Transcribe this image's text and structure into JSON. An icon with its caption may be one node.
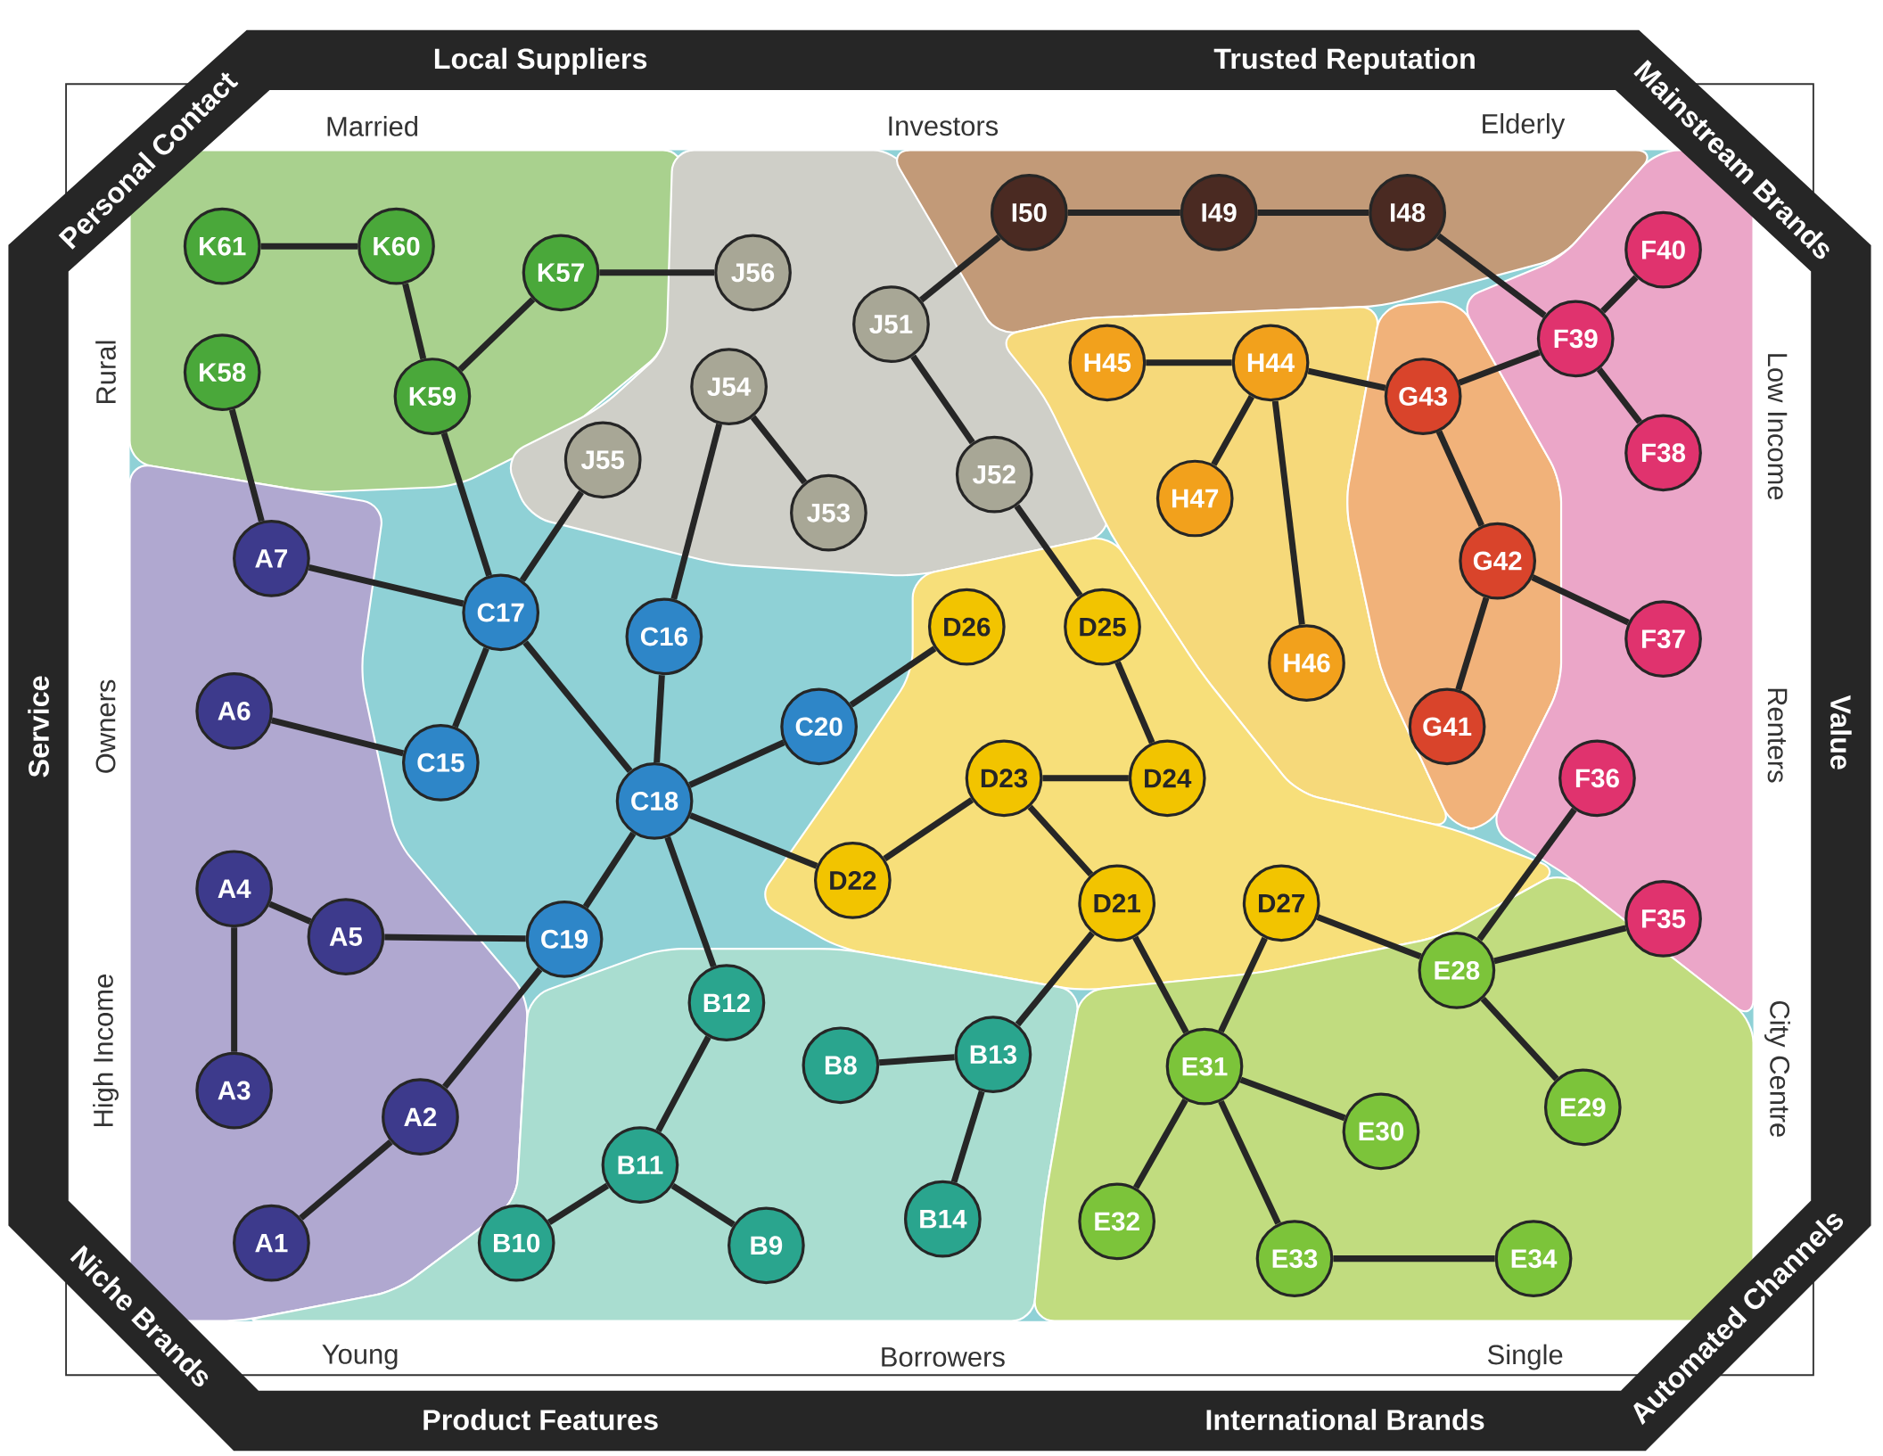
{
  "diagram": {
    "nodes": [
      {
        "text": [
          "A1"
        ]
      },
      {
        "text": [
          "A2"
        ]
      },
      {
        "text": [
          "A3"
        ]
      },
      {
        "text": [
          "A4"
        ]
      },
      {
        "text": [
          "A5"
        ]
      },
      {
        "text": [
          "A6"
        ]
      },
      {
        "text": [
          "A7"
        ]
      },
      {
        "text": [
          "B8"
        ]
      },
      {
        "text": [
          "B9"
        ]
      },
      {
        "text": [
          "B10"
        ]
      },
      {
        "text": [
          "B11"
        ]
      },
      {
        "text": [
          "B12"
        ]
      },
      {
        "text": [
          "B13"
        ]
      },
      {
        "text": [
          "B14"
        ]
      },
      {
        "text": [
          "C15"
        ]
      },
      {
        "text": [
          "C16"
        ]
      },
      {
        "text": [
          "C17"
        ]
      },
      {
        "text": [
          "C18"
        ]
      },
      {
        "text": [
          "C19"
        ]
      },
      {
        "text": [
          "C20"
        ]
      },
      {
        "text": [
          "D21"
        ]
      },
      {
        "text": [
          "D22"
        ]
      },
      {
        "text": [
          "D23"
        ]
      },
      {
        "text": [
          "D24"
        ]
      },
      {
        "text": [
          "D25"
        ]
      },
      {
        "text": [
          "D26"
        ]
      },
      {
        "text": [
          "D27"
        ]
      },
      {
        "text": [
          "E28"
        ]
      },
      {
        "text": [
          "E29"
        ]
      },
      {
        "text": [
          "E30"
        ]
      },
      {
        "text": [
          "E31"
        ]
      },
      {
        "text": [
          "E32"
        ]
      },
      {
        "text": [
          "E33"
        ]
      },
      {
        "text": [
          "E34"
        ]
      },
      {
        "text": [
          "F35"
        ]
      },
      {
        "text": [
          "F36"
        ]
      },
      {
        "text": [
          "F37"
        ]
      },
      {
        "text": [
          "F38"
        ]
      },
      {
        "text": [
          "F39"
        ]
      },
      {
        "text": [
          "F40"
        ]
      },
      {
        "text": [
          "G41"
        ]
      },
      {
        "text": [
          "G42"
        ]
      },
      {
        "text": [
          "G43"
        ]
      },
      {
        "text": [
          "H44"
        ]
      },
      {
        "text": [
          "H45"
        ]
      },
      {
        "text": [
          "H46"
        ]
      },
      {
        "text": [
          "H47"
        ]
      },
      {
        "text": [
          "I48"
        ]
      },
      {
        "text": [
          "I49"
        ]
      },
      {
        "text": [
          "I50"
        ]
      },
      {
        "text": [
          "J51"
        ]
      },
      {
        "text": [
          "J52"
        ]
      },
      {
        "text": [
          "J53"
        ]
      },
      {
        "text": [
          "J54"
        ]
      },
      {
        "text": [
          "J55"
        ]
      },
      {
        "text": [
          "J56"
        ]
      },
      {
        "text": [
          "K57"
        ]
      },
      {
        "text": [
          "K58"
        ]
      },
      {
        "text": [
          "K59"
        ]
      },
      {
        "text": [
          "K60"
        ]
      },
      {
        "text": [
          "K61"
        ]
      }
    ],
    "edges": [
      {
        "from": 60,
        "to": 59,
        "arrow": "none"
      },
      {
        "from": 59,
        "to": 58,
        "arrow": "none"
      },
      {
        "from": 58,
        "to": 56,
        "arrow": "none"
      },
      {
        "from": 56,
        "to": 55,
        "arrow": "none"
      },
      {
        "from": 57,
        "to": 6,
        "arrow": "none"
      },
      {
        "from": 58,
        "to": 16,
        "arrow": "none"
      },
      {
        "from": 6,
        "to": 16,
        "arrow": "none"
      },
      {
        "from": 54,
        "to": 16,
        "arrow": "none"
      },
      {
        "from": 16,
        "to": 14,
        "arrow": "none"
      },
      {
        "from": 16,
        "to": 17,
        "arrow": "none"
      },
      {
        "from": 5,
        "to": 14,
        "arrow": "none"
      },
      {
        "from": 15,
        "to": 53,
        "arrow": "none"
      },
      {
        "from": 53,
        "to": 52,
        "arrow": "none"
      },
      {
        "from": 15,
        "to": 17,
        "arrow": "none"
      },
      {
        "from": 17,
        "to": 19,
        "arrow": "none"
      },
      {
        "from": 19,
        "to": 25,
        "arrow": "none"
      },
      {
        "from": 17,
        "to": 21,
        "arrow": "none"
      },
      {
        "from": 17,
        "to": 18,
        "arrow": "none"
      },
      {
        "from": 17,
        "to": 11,
        "arrow": "none"
      },
      {
        "from": 18,
        "to": 4,
        "arrow": "none"
      },
      {
        "from": 3,
        "to": 4,
        "arrow": "none"
      },
      {
        "from": 3,
        "to": 2,
        "arrow": "none"
      },
      {
        "from": 18,
        "to": 1,
        "arrow": "none"
      },
      {
        "from": 1,
        "to": 0,
        "arrow": "none"
      },
      {
        "from": 11,
        "to": 10,
        "arrow": "none"
      },
      {
        "from": 10,
        "to": 9,
        "arrow": "none"
      },
      {
        "from": 10,
        "to": 8,
        "arrow": "none"
      },
      {
        "from": 7,
        "to": 12,
        "arrow": "none"
      },
      {
        "from": 12,
        "to": 13,
        "arrow": "none"
      },
      {
        "from": 12,
        "to": 20,
        "arrow": "none"
      },
      {
        "from": 21,
        "to": 22,
        "arrow": "none"
      },
      {
        "from": 22,
        "to": 23,
        "arrow": "none"
      },
      {
        "from": 22,
        "to": 20,
        "arrow": "none"
      },
      {
        "from": 23,
        "to": 24,
        "arrow": "none"
      },
      {
        "from": 24,
        "to": 51,
        "arrow": "none"
      },
      {
        "from": 51,
        "to": 50,
        "arrow": "none"
      },
      {
        "from": 50,
        "to": 49,
        "arrow": "none"
      },
      {
        "from": 49,
        "to": 48,
        "arrow": "none"
      },
      {
        "from": 48,
        "to": 47,
        "arrow": "none"
      },
      {
        "from": 47,
        "to": 38,
        "arrow": "none"
      },
      {
        "from": 38,
        "to": 39,
        "arrow": "none"
      },
      {
        "from": 38,
        "to": 37,
        "arrow": "none"
      },
      {
        "from": 38,
        "to": 42,
        "arrow": "none"
      },
      {
        "from": 42,
        "to": 43,
        "arrow": "none"
      },
      {
        "from": 43,
        "to": 44,
        "arrow": "none"
      },
      {
        "from": 43,
        "to": 46,
        "arrow": "none"
      },
      {
        "from": 43,
        "to": 45,
        "arrow": "none"
      },
      {
        "from": 42,
        "to": 41,
        "arrow": "none"
      },
      {
        "from": 41,
        "to": 36,
        "arrow": "none"
      },
      {
        "from": 41,
        "to": 40,
        "arrow": "none"
      },
      {
        "from": 20,
        "to": 30,
        "arrow": "none"
      },
      {
        "from": 26,
        "to": 30,
        "arrow": "none"
      },
      {
        "from": 26,
        "to": 27,
        "arrow": "none"
      },
      {
        "from": 27,
        "to": 35,
        "arrow": "none"
      },
      {
        "from": 27,
        "to": 34,
        "arrow": "none"
      },
      {
        "from": 27,
        "to": 28,
        "arrow": "none"
      },
      {
        "from": 30,
        "to": 29,
        "arrow": "none"
      },
      {
        "from": 30,
        "to": 31,
        "arrow": "none"
      },
      {
        "from": 30,
        "to": 32,
        "arrow": "none"
      },
      {
        "from": 32,
        "to": 33,
        "arrow": "none"
      }
    ],
    "labels": [
      "Local Suppliers",
      "Trusted Reputation",
      "Personal Contact",
      "Mainstream Brands",
      "Married",
      "Investors",
      "Elderly",
      "Rural",
      "Low Income",
      "Service",
      "Owners",
      "Renters",
      "Value",
      "High Income",
      "City Centre",
      "Niche Brands",
      "Automated Channels",
      "Young",
      "Borrowers",
      "Single",
      "Product Features",
      "International Brands"
    ]
  }
}
